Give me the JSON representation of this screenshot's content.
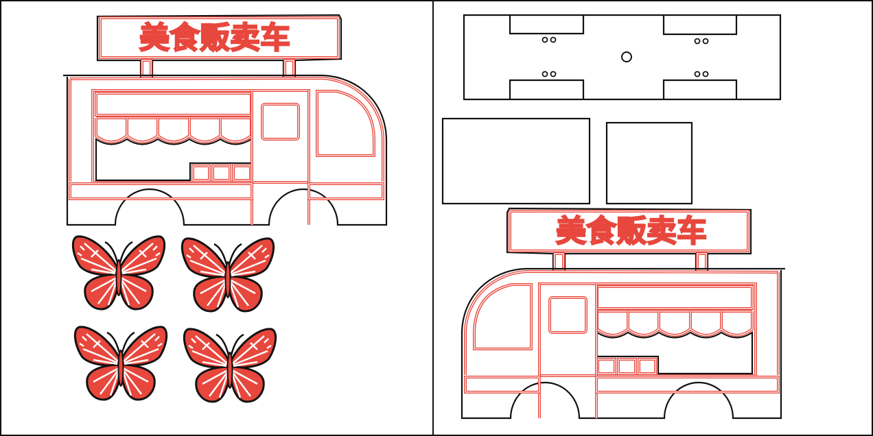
{
  "left_panel": {
    "truck": {
      "sign_text": "美食贩卖车"
    },
    "butterflies_count": 4
  },
  "right_panel": {
    "truck": {
      "sign_text": "美食贩卖车"
    }
  },
  "colors": {
    "cut_line": "#111111",
    "engrave_line": "#e8473d",
    "background": "#ffffff"
  }
}
